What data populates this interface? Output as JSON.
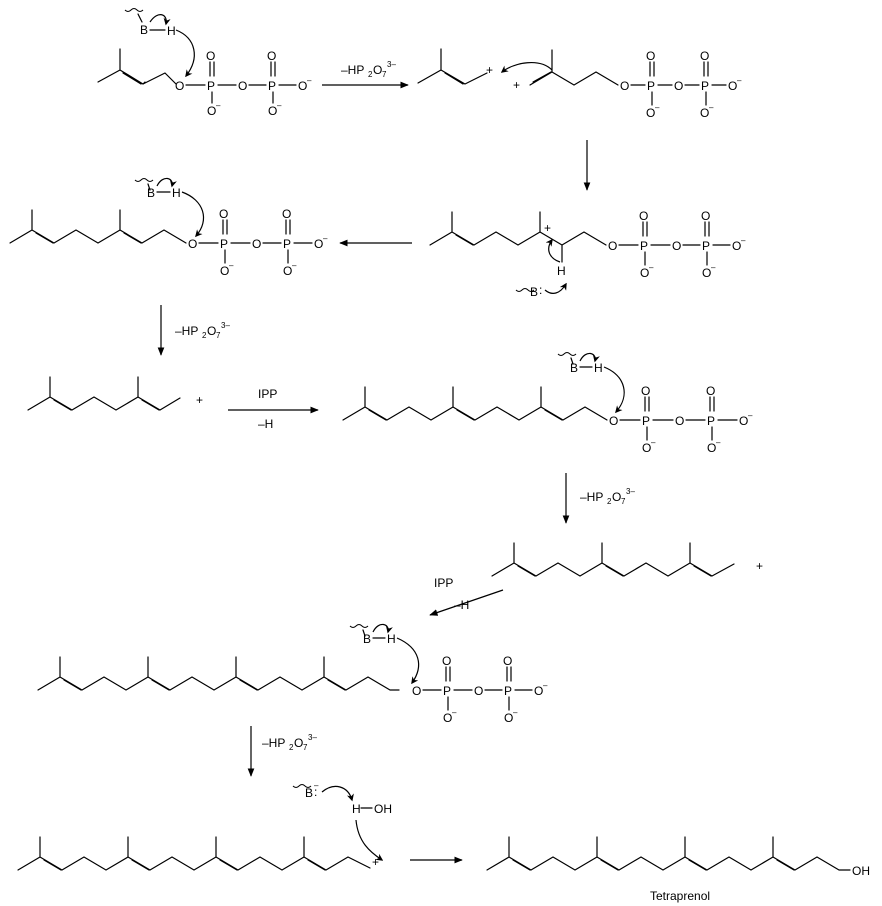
{
  "atoms": {
    "O": "O",
    "P": "P",
    "H": "H",
    "B": "B",
    "OH": "OH",
    "minus": "–",
    "plus": "+",
    "lonepair": ":"
  },
  "reagents": {
    "loss_pyrophosphate": {
      "prefix": "–HP",
      "sub1": "2",
      "mid": "O",
      "sub2": "7",
      "sup": "3–"
    },
    "ipp": "IPP",
    "minus_h": "–H"
  },
  "product_name": "Tetraprenol"
}
